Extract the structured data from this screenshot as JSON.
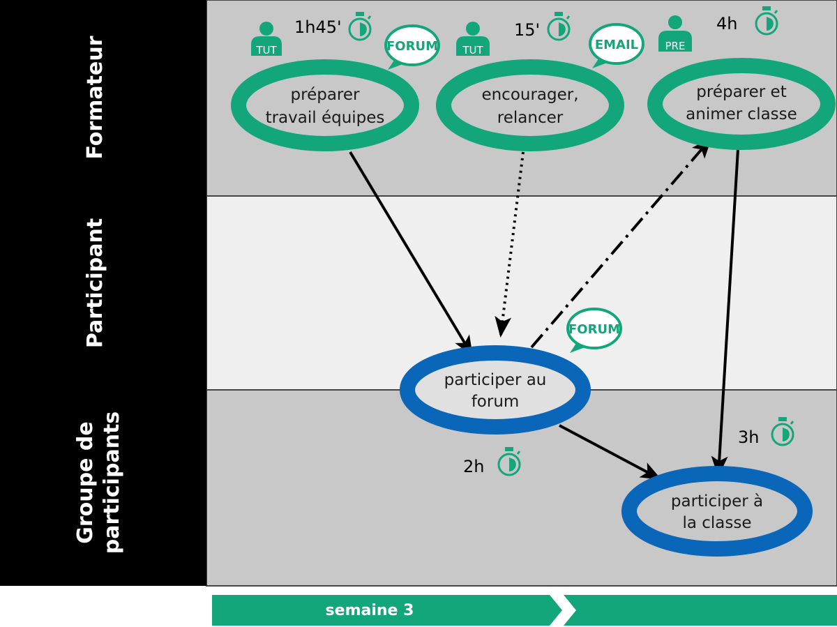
{
  "colors": {
    "accent": "#14a67b",
    "blue": "#0a66b8",
    "lane_dark": "#c8c8c8",
    "lane_light": "#efefef",
    "label_bg": "#000000"
  },
  "lanes": [
    {
      "label": "Formateur"
    },
    {
      "label": "Participant"
    },
    {
      "label_lines": [
        "Groupe de",
        "participants"
      ]
    }
  ],
  "nodes": {
    "preparer_travail": {
      "lines": [
        "préparer",
        "travail équipes"
      ]
    },
    "encourager": {
      "lines": [
        "encourager,",
        "relancer"
      ]
    },
    "preparer_classe": {
      "lines": [
        "préparer et",
        "animer classe"
      ]
    },
    "participer_forum": {
      "lines": [
        "participer au",
        "forum"
      ]
    },
    "participer_classe": {
      "lines": [
        "participer à",
        "la classe"
      ]
    }
  },
  "badges": {
    "tut1": "TUT",
    "tut2": "TUT",
    "pre": "PRE"
  },
  "durations": {
    "d1": "1h45'",
    "d2": "15'",
    "d3": "4h",
    "d4": "2h",
    "d5": "3h"
  },
  "bubbles": {
    "forum1": "FORUM",
    "email": "EMAIL",
    "forum2": "FORUM"
  },
  "timeline": {
    "week_label": "semaine 3"
  }
}
